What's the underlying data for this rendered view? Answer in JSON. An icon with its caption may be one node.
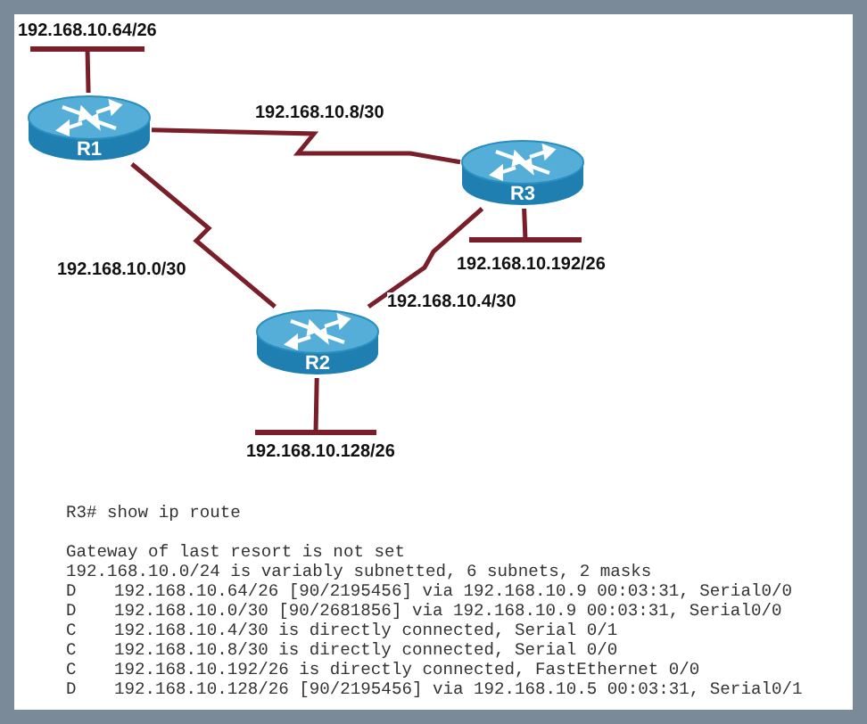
{
  "diagram": {
    "nodes": [
      {
        "text": [],
        "shape": "bar",
        "beside": [
          "192.168.10.64/26"
        ]
      },
      {
        "text": [
          "R1"
        ]
      },
      {
        "text": [
          "R3"
        ]
      },
      {
        "text": [],
        "shape": "bar",
        "beside": [
          "192.168.10.192/26"
        ]
      },
      {
        "text": [
          "R2"
        ]
      },
      {
        "text": [],
        "shape": "bar",
        "beside": [
          "192.168.10.128/26"
        ]
      }
    ],
    "edges": [
      {
        "from": 1,
        "to": 0,
        "arrow": "none"
      },
      {
        "from": 1,
        "to": 2,
        "arrow": "none",
        "label": "192.168.10.8/30"
      },
      {
        "from": 1,
        "to": 4,
        "arrow": "none",
        "label": "192.168.10.0/30"
      },
      {
        "from": 2,
        "to": 4,
        "arrow": "none",
        "label": "192.168.10.4/30"
      },
      {
        "from": 2,
        "to": 3,
        "arrow": "none"
      },
      {
        "from": 4,
        "to": 5,
        "arrow": "none"
      }
    ],
    "labels": [
      "R3# show ip route",
      "Gateway of last resort is not set",
      "192.168.10.0/24 is variably subnetted, 6 subnets, 2 masks",
      "D",
      "192.168.10.64/26 [90/2195456] via 192.168.10.9 00:03:31, Serial0/0",
      "D",
      "192.168.10.0/30 [90/2681856] via 192.168.10.9 00:03:31, Serial0/0",
      "C",
      "192.168.10.4/30 is directly connected, Serial 0/1",
      "C",
      "192.168.10.8/30 is directly connected, Serial 0/0",
      "C",
      "192.168.10.192/26 is directly connected, FastEthernet 0/0",
      "D",
      "192.168.10.128/26 [90/2195456] via 192.168.10.5 00:03:31, Serial0/1"
    ]
  }
}
